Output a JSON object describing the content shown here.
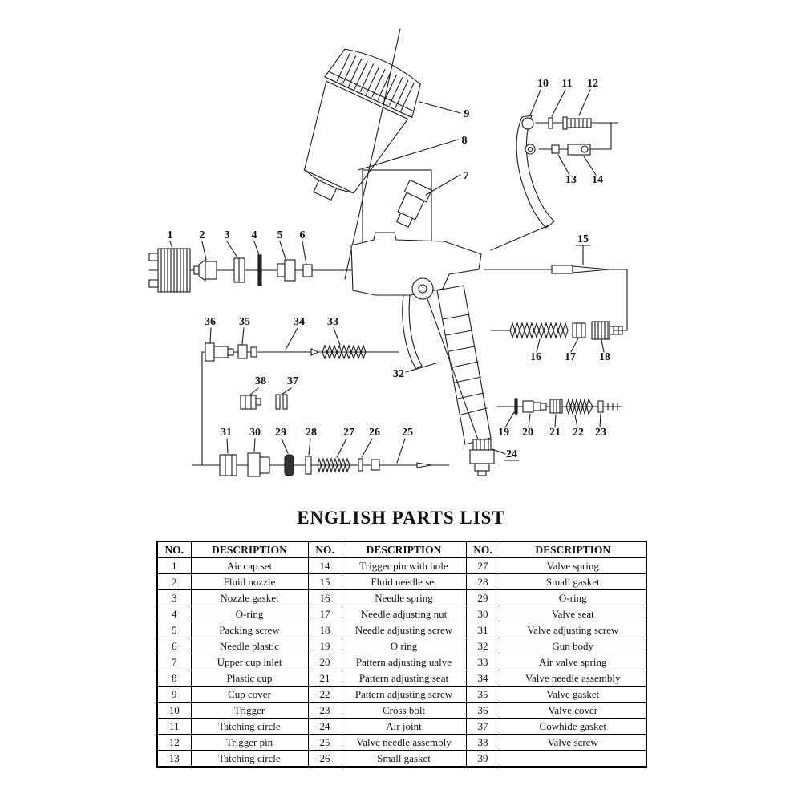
{
  "diagram": {
    "callouts": [
      "1",
      "2",
      "3",
      "4",
      "5",
      "6",
      "7",
      "8",
      "9",
      "10",
      "11",
      "12",
      "13",
      "14",
      "15",
      "16",
      "17",
      "18",
      "19",
      "20",
      "21",
      "22",
      "23",
      "24",
      "25",
      "26",
      "27",
      "28",
      "29",
      "30",
      "31",
      "32",
      "33",
      "34",
      "35",
      "36",
      "37",
      "38"
    ]
  },
  "parts_list": {
    "title": "ENGLISH PARTS LIST",
    "no_header": "NO.",
    "desc_header": "DESCRIPTION",
    "groups": [
      {
        "rows": [
          [
            "1",
            "Air cap set"
          ],
          [
            "2",
            "Fluid nozzle"
          ],
          [
            "3",
            "Nozzle gasket"
          ],
          [
            "4",
            "O-ring"
          ],
          [
            "5",
            "Packing screw"
          ],
          [
            "6",
            "Needle plastic"
          ],
          [
            "7",
            "Upper cup inlet"
          ],
          [
            "8",
            "Plastic cup"
          ],
          [
            "9",
            "Cup cover"
          ],
          [
            "10",
            "Trigger"
          ],
          [
            "11",
            "Tatching circle"
          ],
          [
            "12",
            "Trigger pin"
          ],
          [
            "13",
            "Tatching circle"
          ]
        ]
      },
      {
        "rows": [
          [
            "14",
            "Trigger pin with hole"
          ],
          [
            "15",
            "Fluid needle set"
          ],
          [
            "16",
            "Needle spring"
          ],
          [
            "17",
            "Needle adjusting nut"
          ],
          [
            "18",
            "Needle adjusting screw"
          ],
          [
            "19",
            "O ring"
          ],
          [
            "20",
            "Pattern adjusting ualve"
          ],
          [
            "21",
            "Pattern adjusting seat"
          ],
          [
            "22",
            "Pattern adjusting screw"
          ],
          [
            "23",
            "Cross bolt"
          ],
          [
            "24",
            "Air joint"
          ],
          [
            "25",
            "Valve needle assembly"
          ],
          [
            "26",
            "Small gasket"
          ]
        ]
      },
      {
        "rows": [
          [
            "27",
            "Valve spring"
          ],
          [
            "28",
            "Small gasket"
          ],
          [
            "29",
            "O-ring"
          ],
          [
            "30",
            "Valve seat"
          ],
          [
            "31",
            "Valve adjusting screw"
          ],
          [
            "32",
            "Gun body"
          ],
          [
            "33",
            "Air valve spring"
          ],
          [
            "34",
            "Valve needle assembly"
          ],
          [
            "35",
            "Valve gasket"
          ],
          [
            "36",
            "Valve cover"
          ],
          [
            "37",
            "Cowhide gasket"
          ],
          [
            "38",
            "Valve screw"
          ],
          [
            "39",
            ""
          ]
        ]
      }
    ]
  }
}
